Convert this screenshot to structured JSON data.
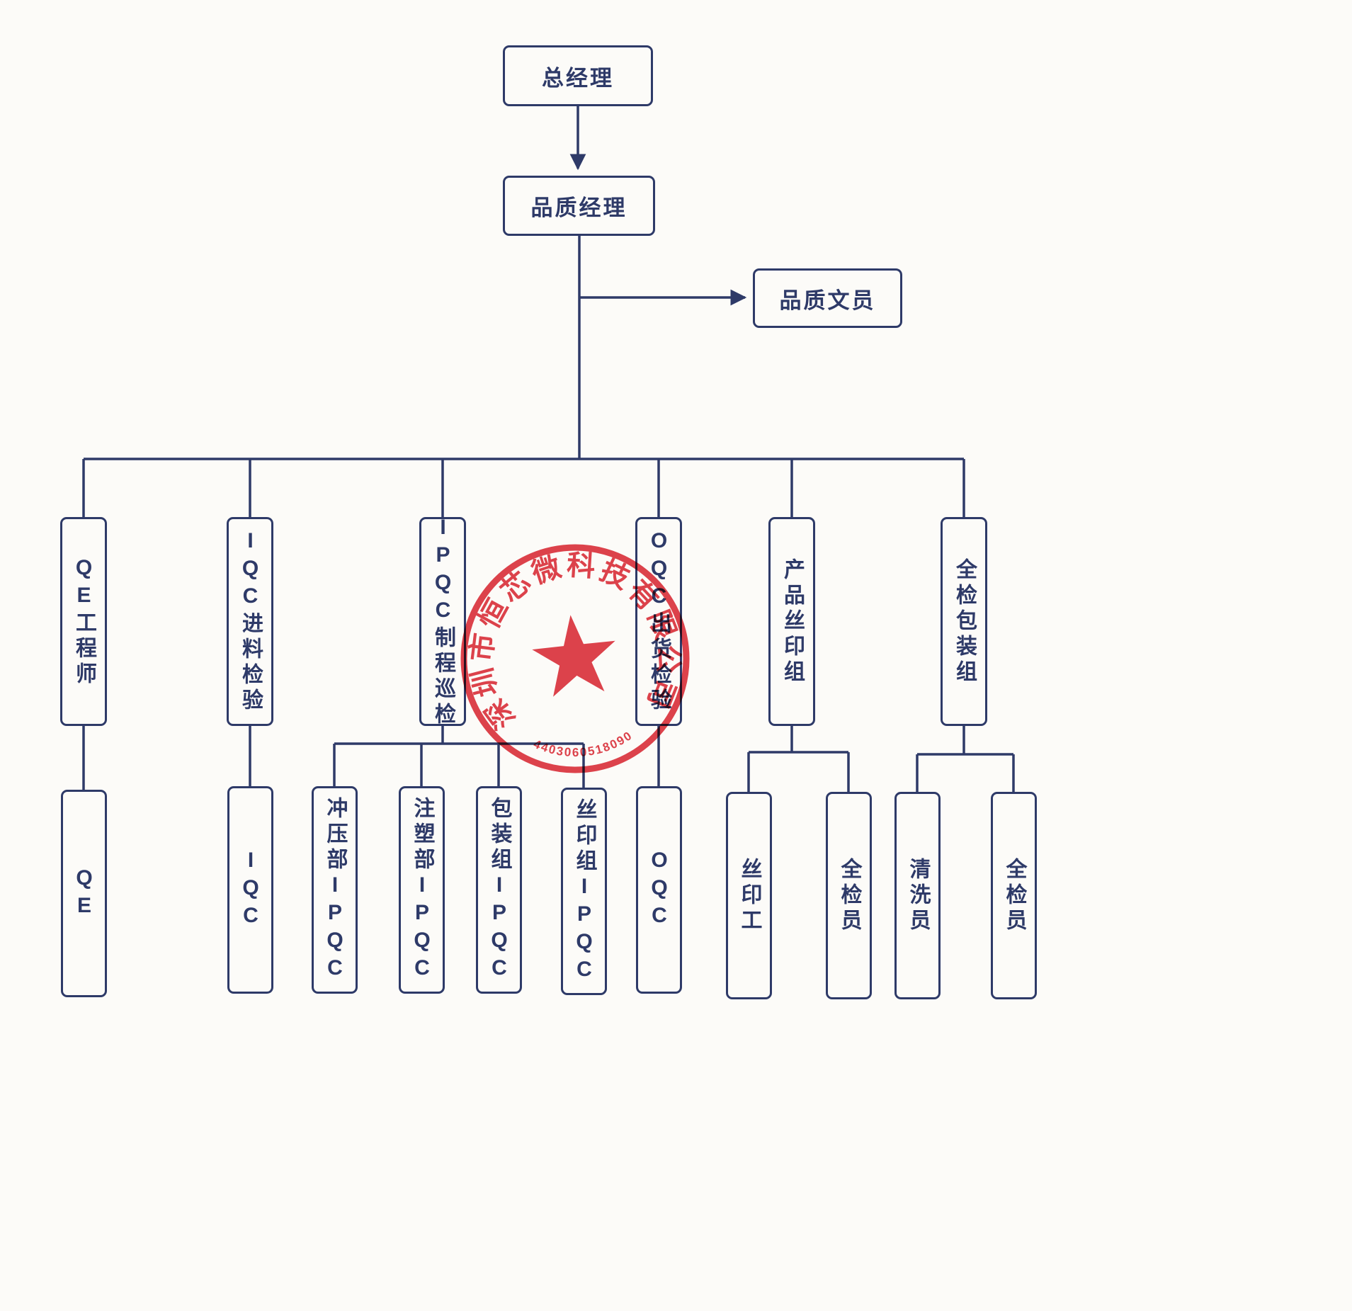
{
  "nodes": {
    "gm": {
      "label": "总经理"
    },
    "qm": {
      "label": "品质经理"
    },
    "clerk": {
      "label": "品质文员"
    },
    "qe_eng": {
      "label": "QE工程师"
    },
    "iqc_dept": {
      "label": "IQC进料检验"
    },
    "ipqc_dept": {
      "label": "IPQC制程巡检"
    },
    "oqc_dept": {
      "label": "OQC出货检验"
    },
    "silk_dept": {
      "label": "产品丝印组"
    },
    "pack_dept": {
      "label": "全检包装组"
    },
    "qe": {
      "label": "QE"
    },
    "iqc": {
      "label": "IQC"
    },
    "ipqc_stamping": {
      "label": "冲压部IPQC"
    },
    "ipqc_molding": {
      "label": "注塑部IPQC"
    },
    "ipqc_packing": {
      "label": "包装组IPQC"
    },
    "ipqc_silk": {
      "label": "丝印组IPQC"
    },
    "oqc": {
      "label": "OQC"
    },
    "silk_worker": {
      "label": "丝印工"
    },
    "silk_inspector": {
      "label": "全检员"
    },
    "cleaner": {
      "label": "清洗员"
    },
    "pack_inspector": {
      "label": "全检员"
    }
  },
  "stamp": {
    "company": "深圳市恒芯微科技有限公司",
    "serial": "4403060518090"
  },
  "colors": {
    "ink": "#2e3a68",
    "stamp": "#da2530",
    "background": "#fcfbf8"
  }
}
